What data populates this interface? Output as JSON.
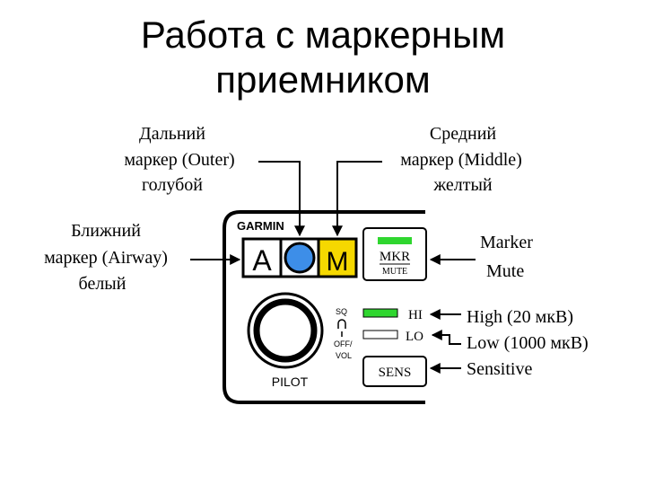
{
  "title": {
    "line1": "Работа с маркерным",
    "line2": "приемником"
  },
  "labels": {
    "outer": {
      "line1": "Дальний",
      "line2": "маркер (Outer)",
      "line3": "голубой"
    },
    "middle": {
      "line1": "Средний",
      "line2": "маркер (Middle)",
      "line3": "желтый"
    },
    "airway": {
      "line1": "Ближний",
      "line2": "маркер (Airway)",
      "line3": "белый"
    },
    "marker_mute": {
      "line1": "Marker",
      "line2": "Mute"
    },
    "high": "High (20 мкВ)",
    "low": "Low (1000 мкВ)",
    "sensitive": "Sensitive"
  },
  "panel": {
    "brand": "GARMIN",
    "a": "A",
    "m": "M",
    "mkr": "MKR",
    "mute": "MUTE",
    "hi": "HI",
    "lo": "LO",
    "sq": "SQ",
    "off": "OFF/",
    "vol": "VOL",
    "sens": "SENS",
    "pilot": "PILOT"
  },
  "colors": {
    "outer_blue": "#3d8ee8",
    "middle_yellow": "#f5d800",
    "airway_white": "#ffffff",
    "indicator_green": "#2fd62f",
    "panel_border": "#000000"
  }
}
